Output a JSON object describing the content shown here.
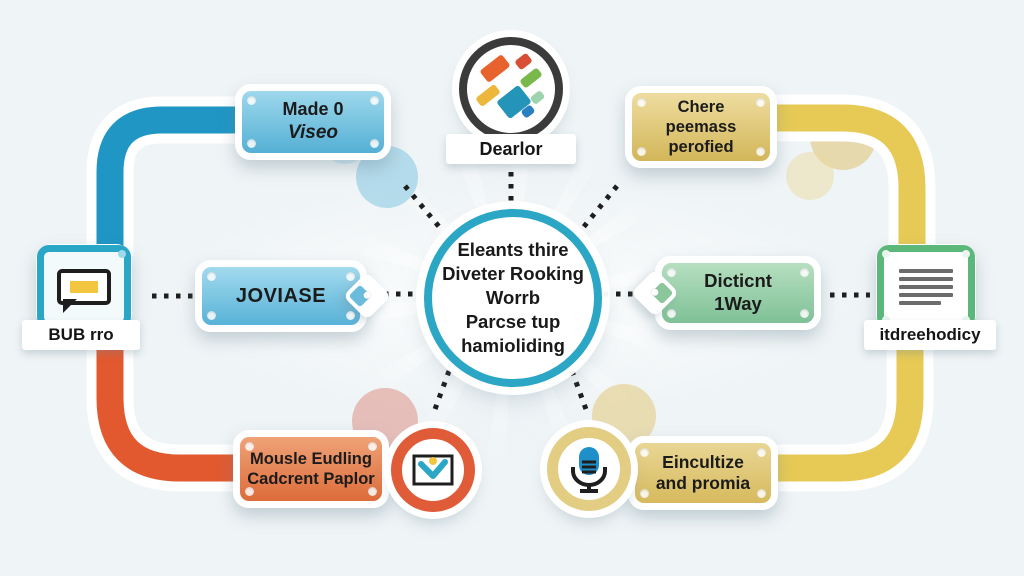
{
  "center_circle": {
    "lines": [
      "Eleants thire",
      "Diveter Rooking",
      "Worrb",
      "Parcse tup",
      "hamioliding"
    ]
  },
  "labels": {
    "top_icon": "Dearlor",
    "left_icon": "BUB rro",
    "right_icon": "itdreehodicy"
  },
  "boxes": {
    "top_left": {
      "line1": "Made 0",
      "line2": "Viseo"
    },
    "top_right": {
      "line1": "Chere",
      "line2": "peemass",
      "line3": "perofied"
    },
    "mid_left": {
      "label": "JOVIASE"
    },
    "mid_right": {
      "line1": "Dicticnt",
      "line2": "1Way"
    },
    "bottom_left": {
      "line1": "Mousle Eudling",
      "line2": "Cadcrent Paplor"
    },
    "bottom_right": {
      "line1": "Eincultize",
      "line2": "and promia"
    }
  },
  "icons": {
    "top": "puzzle-blocks-icon",
    "left": "speech-bubble-icon",
    "right": "document-lines-icon",
    "bottom_left": "image-check-icon",
    "bottom_right": "microphone-icon"
  },
  "colors": {
    "background": "#eff4f6",
    "center_ring": "#2ba6c4",
    "blue_curve": "#1f96c4",
    "orange_curve": "#e2592f",
    "yellow_curve": "#e7ca55",
    "blue_box": "#54b0d5",
    "gold_box": "#d3b659",
    "orange_box": "#dd6c3a",
    "green_tag": "#7fc197",
    "dotted_line": "#1e1e1e"
  }
}
